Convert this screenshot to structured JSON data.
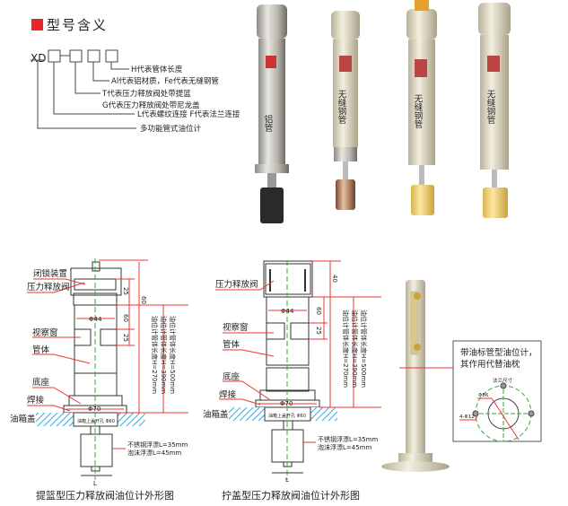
{
  "legend": {
    "title": "型号含义",
    "prefix": "XD",
    "items": [
      "H代表管体长度",
      "Al代表铝材质，Fe代表无缝钢管",
      "T代表压力释放阀处带提篮",
      "G代表压力释放阀处带尼龙盖",
      "L代表螺纹连接  F代表法兰连接",
      "多功能管式油位计"
    ],
    "accent": "#e8262a"
  },
  "photos": {
    "labels": [
      "铝管",
      "无缝钢管",
      "无缝钢管",
      "无缝钢管"
    ]
  },
  "diagram_basket": {
    "title": "提篮型压力释放阀油位计外形图",
    "labels": [
      "闭锁装置",
      "压力释放阀",
      "视察窗",
      "管体",
      "底座",
      "焊接",
      "油箱盖"
    ],
    "dims": [
      "60",
      "25",
      "60",
      "25",
      "Φ44",
      "Φ70"
    ],
    "lengths": [
      "油位计管体长度H=500mm",
      "油位计管体长度H=390mm",
      "油位计管体长度H=270mm"
    ],
    "opening": "油箱上盖开孔 Φ60",
    "float": [
      "不锈钢浮漂L=35mm",
      "泡沫浮漂L=45mm"
    ],
    "float_dim": "L"
  },
  "diagram_cap": {
    "title": "拧盖型压力释放阀油位计外形图",
    "labels": [
      "压力释放阀",
      "视察窗",
      "管体",
      "底座",
      "焊接",
      "油箱盖"
    ],
    "dims": [
      "40",
      "60",
      "25",
      "Φ44",
      "Φ70"
    ],
    "lengths": [
      "油位计管体长度H=500mm",
      "油位计管体长度H=390mm",
      "油位计管体长度H=270mm"
    ],
    "opening": "油箱上盖开孔 Φ60",
    "float": [
      "不锈钢浮漂L=35mm",
      "泡沫浮漂L=45mm"
    ],
    "float_dim": "L"
  },
  "side_gauge": {
    "note": [
      "带油标管型油位计，",
      "其作用代替油枕"
    ],
    "flange_title": "法兰尺寸",
    "flange_dims": [
      "Φ86",
      "4-Φ12"
    ]
  }
}
